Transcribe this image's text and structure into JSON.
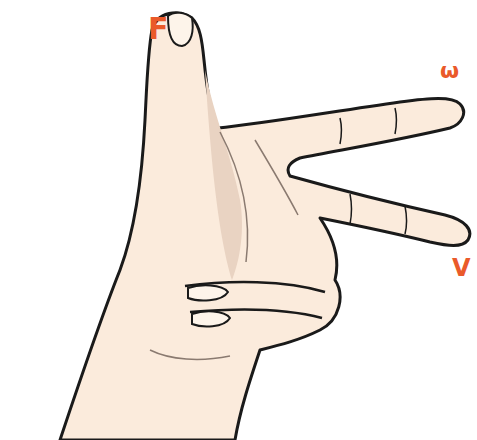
{
  "diagram": {
    "labels": [
      "F",
      "ω",
      "V"
    ]
  }
}
